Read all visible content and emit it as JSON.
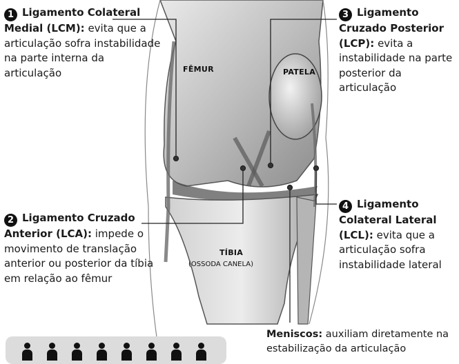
{
  "labels": [
    {
      "number": "1",
      "title": "Ligamento Colateral Medial (LCM):",
      "text": "evita que a articulação sofra instabilidade na parte interna da articulação"
    },
    {
      "number": "2",
      "title": "Ligamento Cruzado Anterior (LCA):",
      "text": "impede o movimento de translação anterior ou posterior da tíbia em relação ao fêmur"
    },
    {
      "number": "3",
      "title": "Ligamento Cruzado Posterior (LCP):",
      "text": "evita a instabilidade na parte posterior da articulação"
    },
    {
      "number": "4",
      "title": "Ligamento Colateral Lateral (LCL):",
      "text": "evita que a articulação sofra instabilidade lateral"
    }
  ],
  "meniscos": {
    "title": "Meniscos:",
    "text": "auxiliam diretamente na estabilização da articulação"
  },
  "bones": {
    "femur": "FÊMUR",
    "patela": "PATELA",
    "tibia": "TÍBIA",
    "tibia_sub": "(OSSODA CANELA)"
  },
  "silhouette_count": 8,
  "colors": {
    "ink": "#1a1a1a",
    "anatomy_shade": "#7a7a7a",
    "callout_line": "#222222",
    "badge_bg": "#dcdcdc"
  }
}
